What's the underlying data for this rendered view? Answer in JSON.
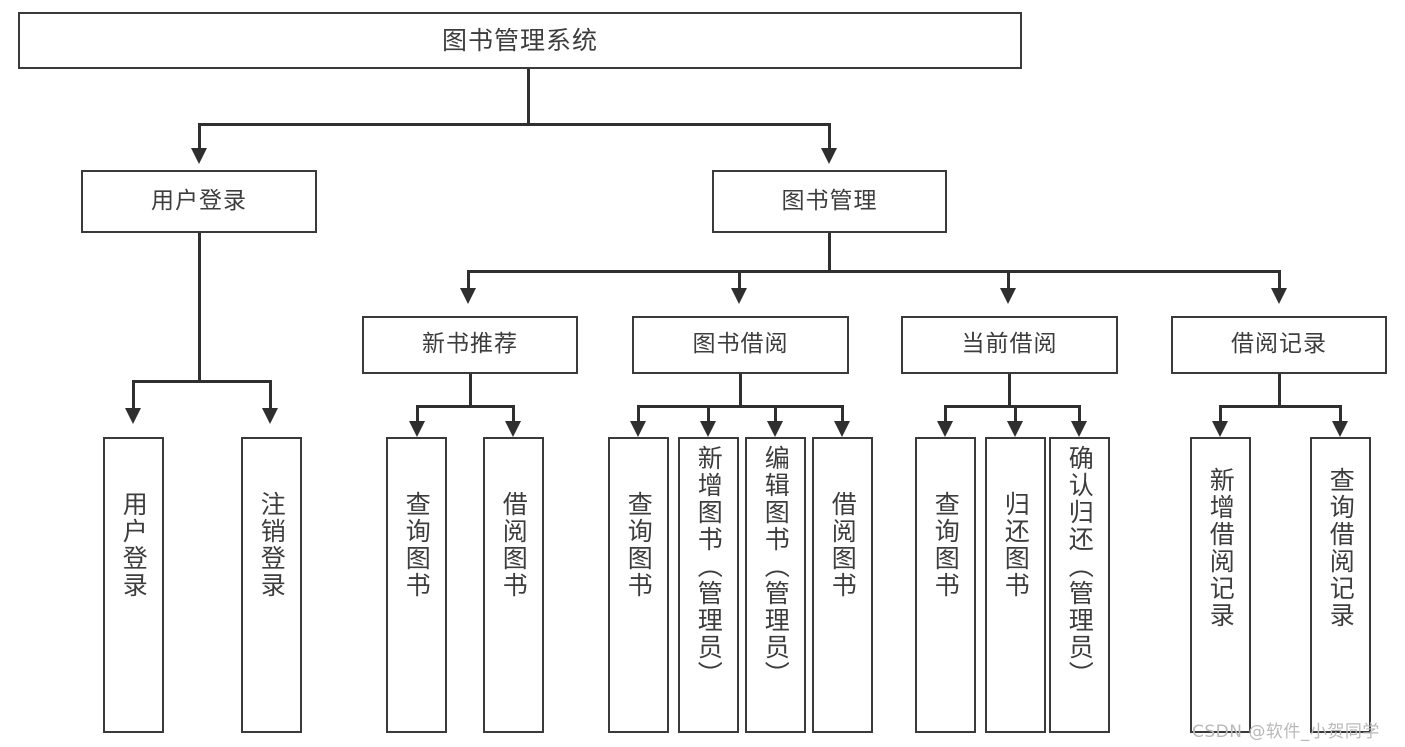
{
  "diagram": {
    "kind": "tree",
    "title": "图书管理系统",
    "watermark": "CSDN @软件_小贺同学"
  },
  "nodes": {
    "root": {
      "label": "图书管理系统"
    },
    "level2": [
      {
        "id": "user-login",
        "label": "用户登录"
      },
      {
        "id": "book-manage",
        "label": "图书管理"
      }
    ],
    "level3": [
      {
        "id": "new-book-recommend",
        "label": "新书推荐"
      },
      {
        "id": "book-borrow",
        "label": "图书借阅"
      },
      {
        "id": "current-borrow",
        "label": "当前借阅"
      },
      {
        "id": "borrow-record",
        "label": "借阅记录"
      }
    ],
    "leaves": {
      "user_login": [
        {
          "id": "leaf-user-login",
          "label": "用户登录"
        },
        {
          "id": "leaf-logout-login",
          "label": "注销登录"
        }
      ],
      "new_book_recommend": [
        {
          "id": "leaf-query-book-1",
          "label": "查询图书"
        },
        {
          "id": "leaf-borrow-book-1",
          "label": "借阅图书"
        }
      ],
      "book_borrow": [
        {
          "id": "leaf-query-book-2",
          "label": "查询图书"
        },
        {
          "id": "leaf-add-book",
          "label": "新增图书（管理员）"
        },
        {
          "id": "leaf-edit-book",
          "label": "编辑图书（管理员）"
        },
        {
          "id": "leaf-borrow-book-2",
          "label": "借阅图书"
        }
      ],
      "current_borrow": [
        {
          "id": "leaf-query-book-3",
          "label": "查询图书"
        },
        {
          "id": "leaf-return-book",
          "label": "归还图书"
        },
        {
          "id": "leaf-confirm-return",
          "label": "确认归还（管理员）"
        }
      ],
      "borrow_record": [
        {
          "id": "leaf-add-record",
          "label": "新增借阅记录"
        },
        {
          "id": "leaf-query-record",
          "label": "查询借阅记录"
        }
      ]
    }
  },
  "style": {
    "border_color": "#3a3a3a",
    "line_color": "#2f2f2f",
    "text_color": "#3d3d3d",
    "background": "#ffffff",
    "watermark_color": "#b9b9b9"
  }
}
